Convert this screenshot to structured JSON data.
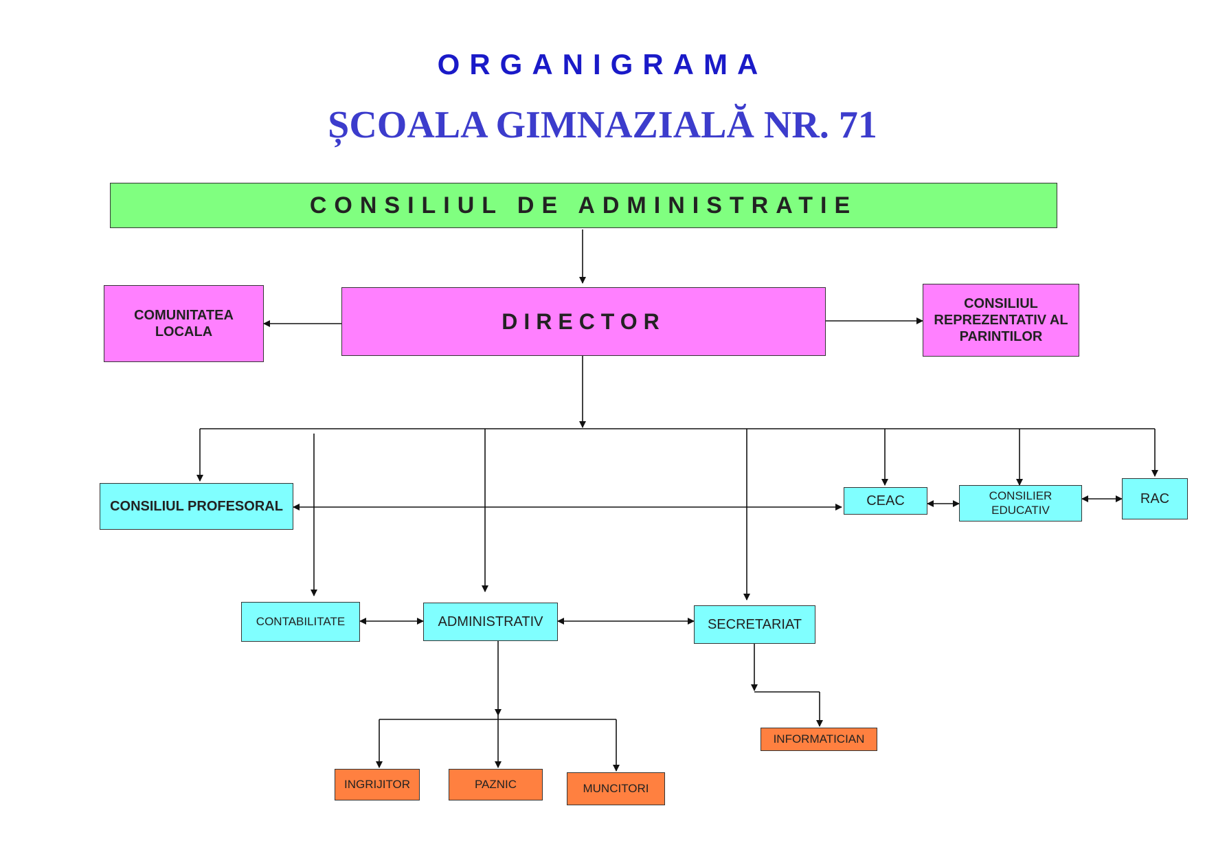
{
  "title": "ORGANIGRAMA",
  "subtitle": "ȘCOALA  GIMNAZIALĂ NR. 71",
  "nodes": {
    "consiliul_administratie": "CONSILIUL DE ADMINISTRATIE",
    "director": "DIRECTOR",
    "comunitatea_locala": "COMUNITATEA LOCALA",
    "consiliul_parintilor": "CONSILIUL REPREZENTATIV AL PARINTILOR",
    "consiliul_profesoral": "CONSILIUL PROFESORAL",
    "ceac": "CEAC",
    "consilier_educativ": "CONSILIER EDUCATIV",
    "rac": "RAC",
    "contabilitate": "CONTABILITATE",
    "administrativ": "ADMINISTRATIV",
    "secretariat": "SECRETARIAT",
    "informatician": "INFORMATICIAN",
    "ingrijitor": "INGRIJITOR",
    "paznic": "PAZNIC",
    "muncitori": "MUNCITORI"
  },
  "colors": {
    "title": "#1a1ac8",
    "subtitle": "#3c3ccc",
    "council": "#80ff80",
    "leadership": "#ff80ff",
    "departments": "#80ffff",
    "staff": "#ff8040"
  }
}
